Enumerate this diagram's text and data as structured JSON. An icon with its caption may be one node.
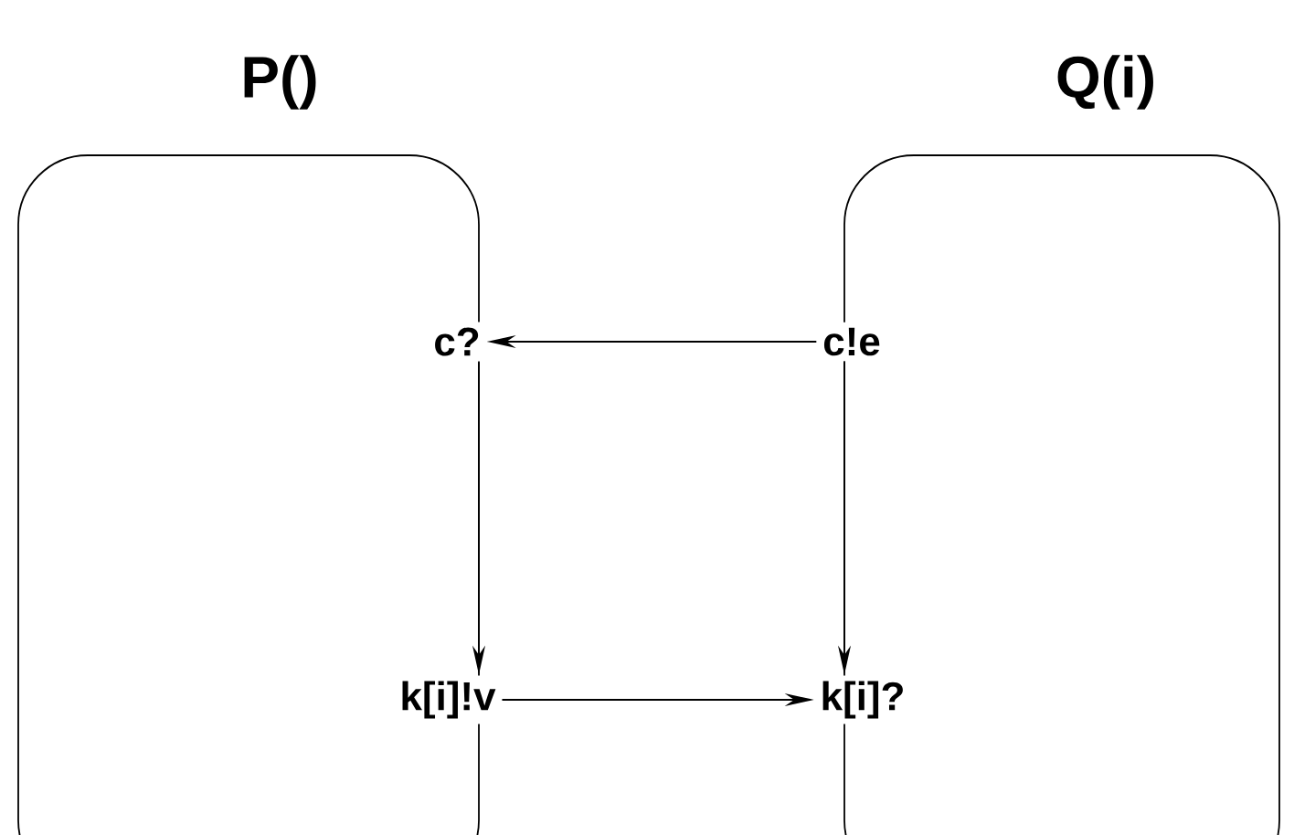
{
  "diagram": {
    "nodes": [
      {
        "text": [
          "P()"
        ]
      },
      {
        "text": [
          "Q(i)"
        ]
      },
      {
        "text": [
          "c?"
        ],
        "in": 0
      },
      {
        "text": [
          "c!e"
        ],
        "in": 1
      },
      {
        "text": [
          "k[i]!v"
        ],
        "in": 0
      },
      {
        "text": [
          "k[i]?"
        ],
        "in": 1
      }
    ],
    "edges": [
      {
        "from": 3,
        "to": 2,
        "arrow": "to"
      },
      {
        "from": 2,
        "to": 4,
        "arrow": "to"
      },
      {
        "from": 3,
        "to": 5,
        "arrow": "to"
      },
      {
        "from": 4,
        "to": 5,
        "arrow": "to"
      }
    ]
  }
}
